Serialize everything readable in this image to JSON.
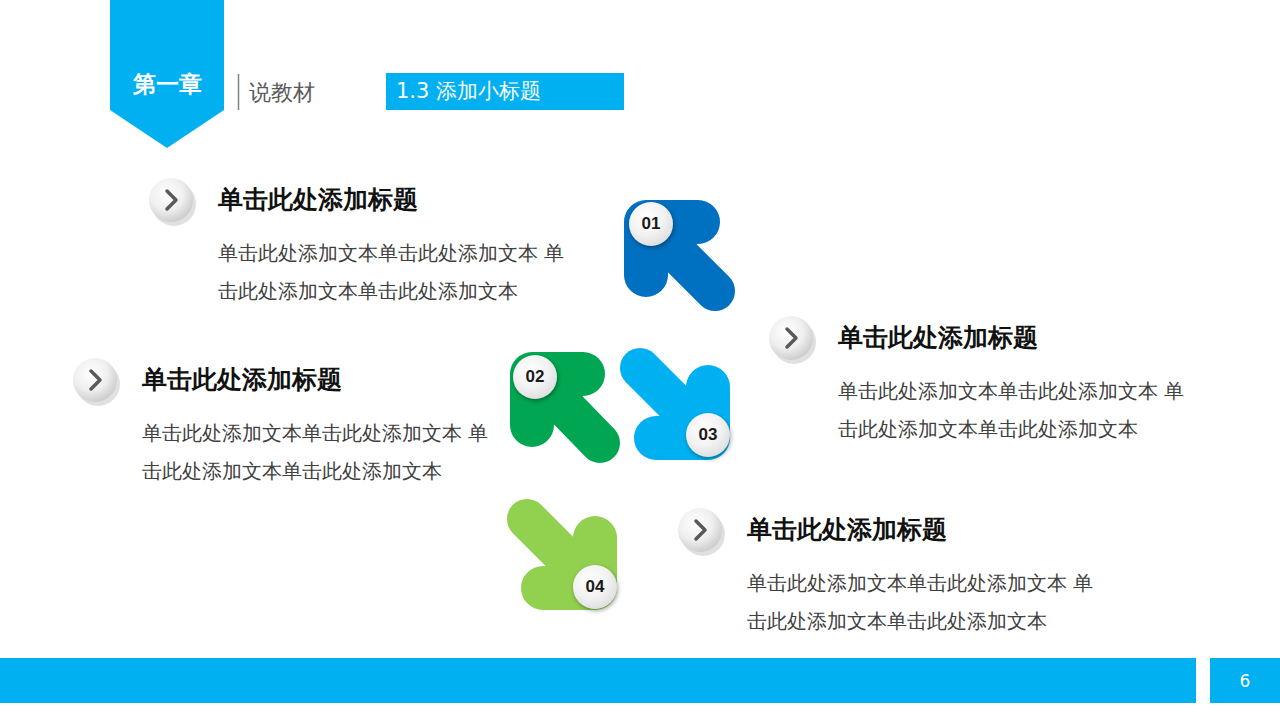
{
  "diagram": {
    "nodes": [
      {
        "text": [
          "第一章"
        ]
      },
      {
        "text": [
          "1.3 添加小标题"
        ]
      },
      {
        "text": [
          "单击此处添加标题",
          "单击此处添加文本单击此处添加文本 单击此处添加文本单击此处添加文本"
        ]
      },
      {
        "text": [
          "01"
        ]
      },
      {
        "text": [
          "单击此处添加标题",
          "单击此处添加文本单击此处添加文本 单击此处添加文本单击此处添加文本"
        ]
      },
      {
        "text": [
          "单击此处添加标题",
          "单击此处添加文本单击此处添加文本 单击此处添加文本单击此处添加文本"
        ]
      },
      {
        "text": [
          "02"
        ]
      },
      {
        "text": [
          "03"
        ]
      },
      {
        "text": [
          "04"
        ]
      },
      {
        "text": [
          "单击此处添加标题",
          "单击此处添加文本单击此处添加文本 单击此处添加文本单击此处添加文本"
        ]
      },
      {
        "text": [
          "6"
        ]
      }
    ],
    "labels": [
      "说教材"
    ]
  }
}
